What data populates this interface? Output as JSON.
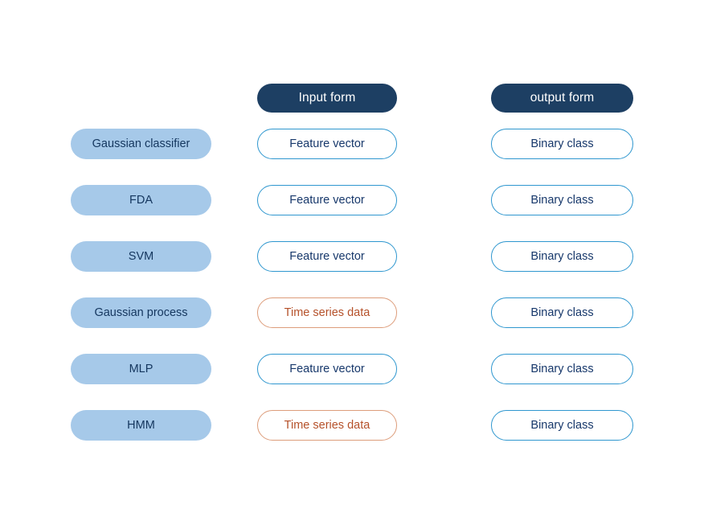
{
  "headers": {
    "model_column": "",
    "input_column": "Input form",
    "output_column": "output form"
  },
  "colors": {
    "header_fill": "#1d3f63",
    "header_text": "#ffffff",
    "model_fill": "#a6c9e9",
    "model_text": "#14365e",
    "blue_border": "#2f97cf",
    "blue_text": "#17386b",
    "orange_border": "#dd9d7b",
    "orange_text": "#b5512a",
    "background": "#ffffff"
  },
  "rows": [
    {
      "model": "Gaussian classifier",
      "input": "Feature vector",
      "input_variant": "variant-blue",
      "output": "Binary class",
      "output_variant": "variant-blue"
    },
    {
      "model": "FDA",
      "input": "Feature vector",
      "input_variant": "variant-blue",
      "output": "Binary class",
      "output_variant": "variant-blue"
    },
    {
      "model": "SVM",
      "input": "Feature vector",
      "input_variant": "variant-blue",
      "output": "Binary class",
      "output_variant": "variant-blue"
    },
    {
      "model": "Gaussian process",
      "input": "Time series data",
      "input_variant": "variant-orange",
      "output": "Binary class",
      "output_variant": "variant-blue"
    },
    {
      "model": "MLP",
      "input": "Feature vector",
      "input_variant": "variant-blue",
      "output": "Binary class",
      "output_variant": "variant-blue"
    },
    {
      "model": "HMM",
      "input": "Time series data",
      "input_variant": "variant-orange",
      "output": "Binary class",
      "output_variant": "variant-blue"
    }
  ]
}
